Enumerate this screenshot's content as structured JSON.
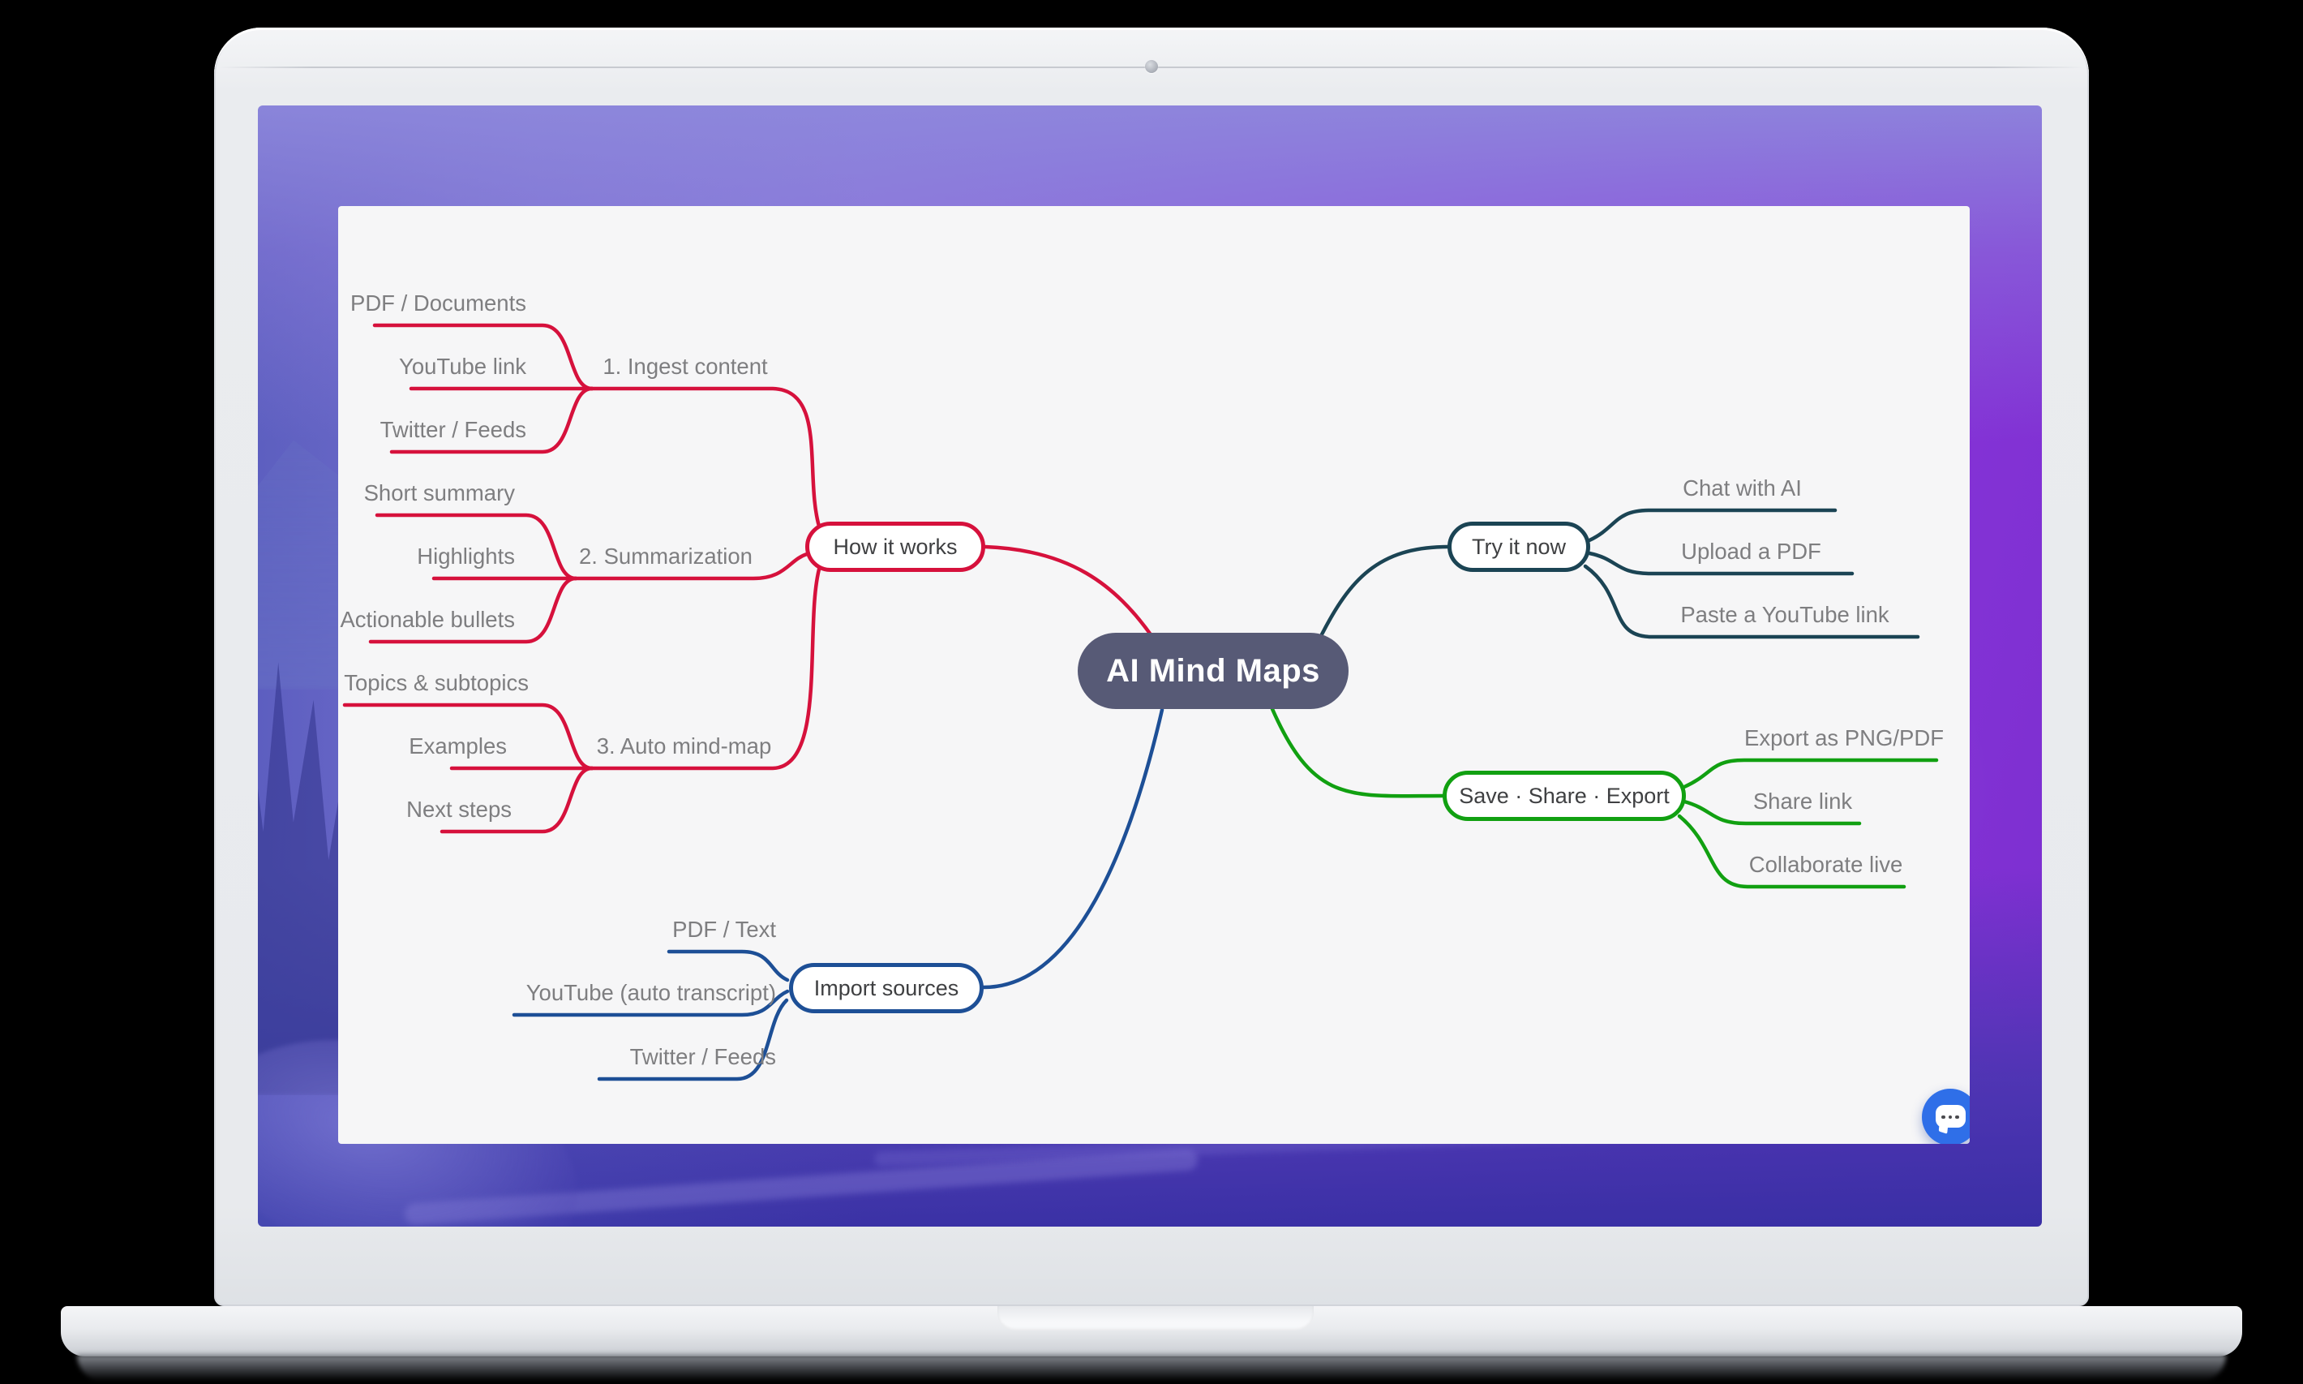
{
  "colors": {
    "page_background": "#000000",
    "laptop_body": "#E9EBEE",
    "laptop_base": "#E4E6EA",
    "wallpaper_top": "#8E88DC",
    "wallpaper_left": "#4A50B5",
    "wallpaper_purple": "#8836D8",
    "wallpaper_bottom": "#3D37A8",
    "canvas_bg": "#F6F6F7",
    "root_fill": "#575A76",
    "root_text": "#FFFFFF",
    "node_fill": "#FFFFFF",
    "node_text": "#3F4042",
    "label_text": "#7E7E80",
    "branch_red": "#D6113C",
    "branch_teal": "#1B4454",
    "branch_green": "#11A011",
    "branch_blue": "#1D4F96",
    "chat_button": "#2F6FE8"
  },
  "mindmap": {
    "root": {
      "label": "AI Mind Maps"
    },
    "branches": [
      {
        "label": "How it works",
        "children": [
          {
            "label": "1. Ingest content",
            "children": [
              {
                "label": "PDF / Documents"
              },
              {
                "label": "YouTube link"
              },
              {
                "label": "Twitter / Feeds"
              }
            ]
          },
          {
            "label": "2. Summarization",
            "children": [
              {
                "label": "Short summary"
              },
              {
                "label": "Highlights"
              },
              {
                "label": "Actionable bullets"
              }
            ]
          },
          {
            "label": "3. Auto mind-map",
            "children": [
              {
                "label": "Topics & subtopics"
              },
              {
                "label": "Examples"
              },
              {
                "label": "Next steps"
              }
            ]
          }
        ]
      },
      {
        "label": "Try it now",
        "children": [
          {
            "label": "Chat with AI"
          },
          {
            "label": "Upload a PDF"
          },
          {
            "label": "Paste a YouTube link"
          }
        ]
      },
      {
        "label": "Save · Share · Export",
        "children": [
          {
            "label": "Export as PNG/PDF"
          },
          {
            "label": "Share link"
          },
          {
            "label": "Collaborate live"
          }
        ]
      },
      {
        "label": "Import sources",
        "children": [
          {
            "label": "PDF / Text"
          },
          {
            "label": "YouTube (auto transcript)"
          },
          {
            "label": "Twitter / Feeds"
          }
        ]
      }
    ]
  },
  "chat_widget": {
    "icon": "chat-bubble-icon"
  }
}
